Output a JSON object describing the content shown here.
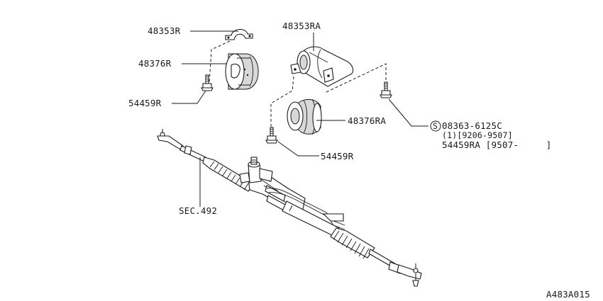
{
  "labels": {
    "clamp_r": "48353R",
    "bushing_r": "48376R",
    "bolt_r": "54459R",
    "clamp_ra": "48353RA",
    "bushing_ra": "48376RA",
    "bolt_ra": "54459R",
    "section_ref": "SEC.492",
    "std_bolt": "08363-6125C",
    "std_bolt_note": "(1)[9206-9507]",
    "bolt_alt": "54459RA [9507-     ]",
    "standard_part_symbol": "S",
    "figure_id": "A483A015"
  }
}
